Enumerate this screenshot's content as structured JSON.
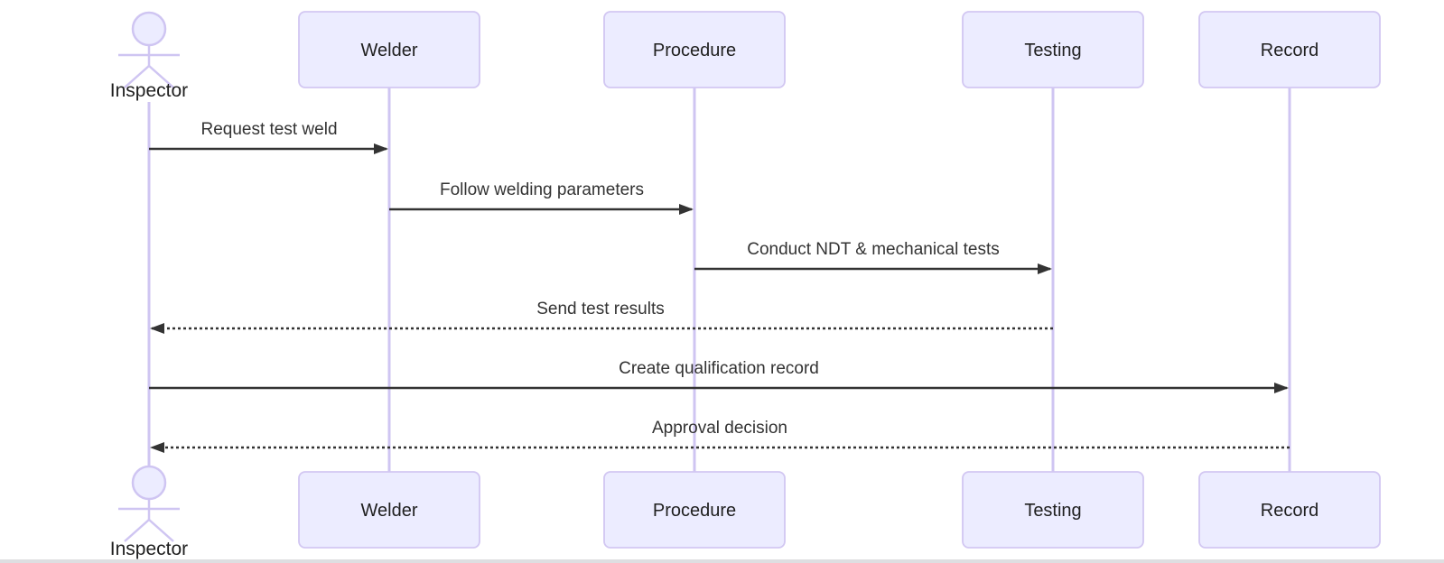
{
  "diagram": {
    "type": "sequence",
    "actors": [
      {
        "id": "inspector",
        "label": "Inspector",
        "kind": "actor"
      },
      {
        "id": "welder",
        "label": "Welder",
        "kind": "participant"
      },
      {
        "id": "procedure",
        "label": "Procedure",
        "kind": "participant"
      },
      {
        "id": "testing",
        "label": "Testing",
        "kind": "participant"
      },
      {
        "id": "record",
        "label": "Record",
        "kind": "participant"
      }
    ],
    "messages": [
      {
        "from": "Inspector",
        "to": "Welder",
        "label": "Request test weld",
        "line": "solid"
      },
      {
        "from": "Welder",
        "to": "Procedure",
        "label": "Follow welding parameters",
        "line": "solid"
      },
      {
        "from": "Procedure",
        "to": "Testing",
        "label": "Conduct NDT & mechanical tests",
        "line": "solid"
      },
      {
        "from": "Testing",
        "to": "Inspector",
        "label": "Send test results",
        "line": "dashed"
      },
      {
        "from": "Inspector",
        "to": "Record",
        "label": "Create qualification record",
        "line": "solid"
      },
      {
        "from": "Record",
        "to": "Inspector",
        "label": "Approval decision",
        "line": "dashed"
      }
    ],
    "colors": {
      "participant_fill": "#ECECFF",
      "participant_border": "#d2c7f2",
      "lifeline": "#cfc5f2",
      "arrow": "#333333",
      "message_text": "#333333",
      "label_text": "#1f1f1f",
      "background": "#ffffff"
    }
  }
}
